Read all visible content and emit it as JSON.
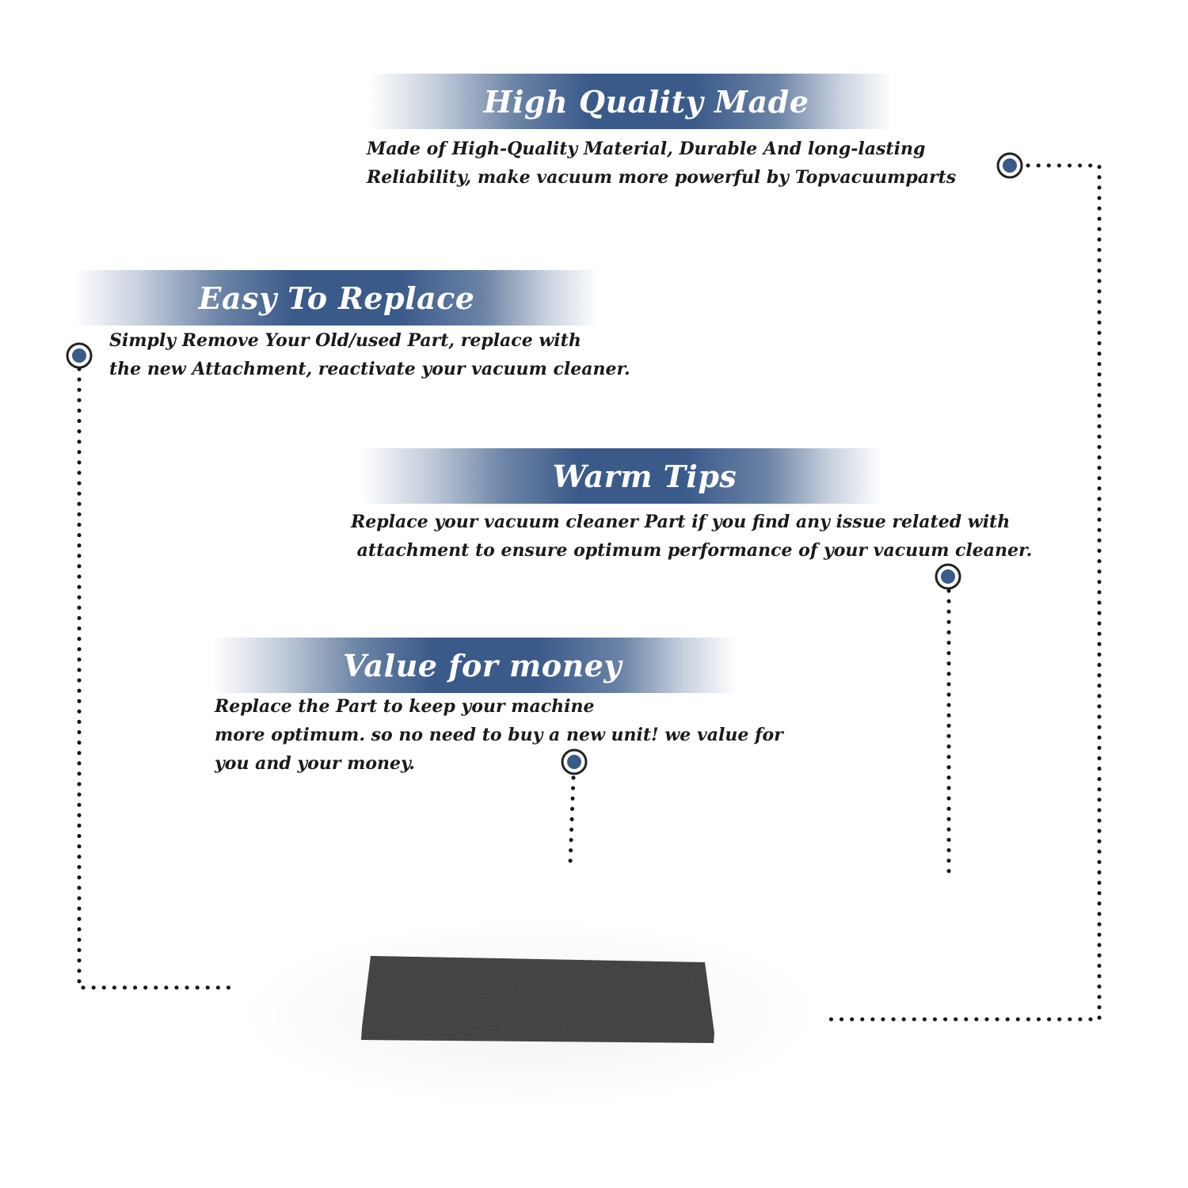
{
  "features": [
    {
      "title": "High Quality Made",
      "lines": [
        "Made of  High-Quality Material, Durable And long-lasting",
        "Reliability, make vacuum more powerful by Topvacuumparts"
      ]
    },
    {
      "title": "Easy To Replace",
      "lines": [
        "Simply Remove Your Old/used Part, replace with",
        "the new Attachment, reactivate your vacuum cleaner."
      ]
    },
    {
      "title": "Warm Tips",
      "lines": [
        "Replace your vacuum cleaner Part if you find any issue related with",
        " attachment to ensure optimum performance of your vacuum cleaner."
      ]
    },
    {
      "title": "Value for money",
      "lines": [
        "Replace the Part to keep your machine",
        "more optimum. so no need to buy a new unit! we value for",
        "you and your money."
      ]
    }
  ],
  "colors": {
    "accent": "#3a5a8a",
    "text": "#1a1a1a",
    "dot": "#111111",
    "product": "#2b2b2b"
  },
  "icons": {
    "marker": "ring-dot-icon"
  }
}
